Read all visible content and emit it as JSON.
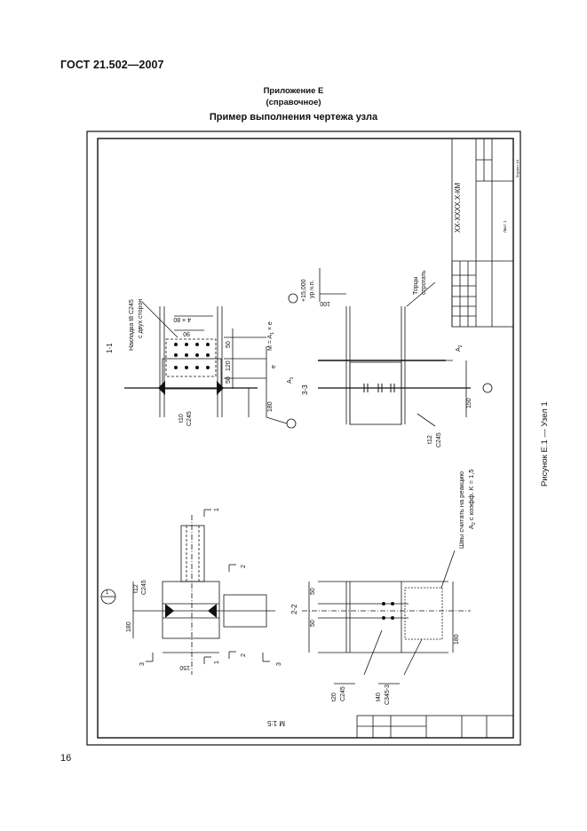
{
  "header": {
    "doc_id": "ГОСТ 21.502—2007"
  },
  "appendix": {
    "title": "Приложение Е",
    "subtitle": "(справочное)"
  },
  "figure_title": "Пример выполнения чертежа узла",
  "caption": "Рисунок Е.1 — Узел 1",
  "page_number": "16",
  "drawing": {
    "title_block_code": "ХХ-ХХХХ.Х-КМ",
    "scale": "М 1:5",
    "format": "Формат А3",
    "sheet": "Лист 1",
    "node_mark": "1",
    "sec_1_1": {
      "title": "1-1",
      "overlay_note_1": "Накладка t8  С245",
      "overlay_note_2": "с двух сторон",
      "dim_4x80": "4 × 80",
      "dim_90": "90",
      "dim_50a": "50",
      "dim_120": "120",
      "dim_50b": "50",
      "dim_e": "e",
      "moment": "M = A",
      "moment_sub": "1",
      "moment_tail": " × e",
      "dim_180": "180",
      "plate_t": "t10",
      "plate_steel": "С245",
      "reaction": "A",
      "reaction_sub": "1"
    },
    "sec_3_3": {
      "title": "3-3",
      "elev": "+15,000",
      "elev_sub": "ур.ч.п.",
      "dim_100": "100",
      "torc_1": "Торцы",
      "torc_2": "строгать",
      "reaction": "A",
      "reaction_sub": "2",
      "dim_150": "150",
      "plate_t": "t12",
      "plate_steel": "С245"
    },
    "node_view": {
      "plate_t": "t12",
      "plate_steel": "С245",
      "dim_180": "180",
      "dim_150": "150",
      "cut_1": "1",
      "cut_2": "2",
      "cut_3": "3"
    },
    "sec_2_2": {
      "title": "2-2",
      "dim_50a": "50",
      "dim_50b": "50",
      "dim_180": "180",
      "weld_note_1": "Швы считать на реакцию",
      "weld_note_2": "A",
      "weld_note_sub": "2",
      "weld_note_3": " с коэфф. K = 1,5",
      "plate1_t": "t20",
      "plate1_steel": "С245",
      "plate2_t": "t40",
      "plate2_steel": "С345-3"
    }
  }
}
